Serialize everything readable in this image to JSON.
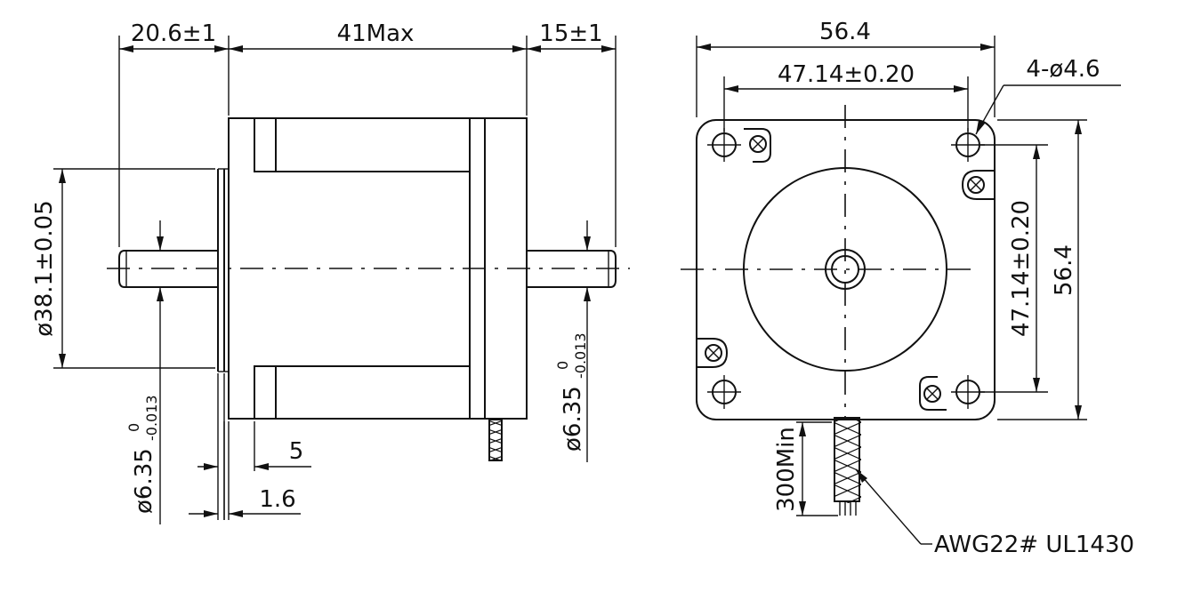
{
  "side_view": {
    "dim_front_shaft": "20.6±1",
    "dim_body_length": "41Max",
    "dim_rear_shaft": "15±1",
    "dim_boss_diameter": "ø38.1±0.05",
    "dim_front_shaft_dia_base": "ø6.35",
    "dim_front_shaft_dia_tol_upper": "0",
    "dim_front_shaft_dia_tol_lower": "-0.013",
    "dim_rear_shaft_dia_base": "ø6.35",
    "dim_rear_shaft_dia_tol_upper": "0",
    "dim_rear_shaft_dia_tol_lower": "-0.013",
    "dim_flange_offset": "5",
    "dim_boss_height": "1.6"
  },
  "front_view": {
    "dim_frame_width": "56.4",
    "dim_hole_spacing_h": "47.14±0.20",
    "dim_hole_callout": "4-ø4.6",
    "dim_hole_spacing_v": "47.14±0.20",
    "dim_frame_height": "56.4",
    "dim_lead_length": "300Min",
    "lead_spec": "AWG22# UL1430"
  }
}
